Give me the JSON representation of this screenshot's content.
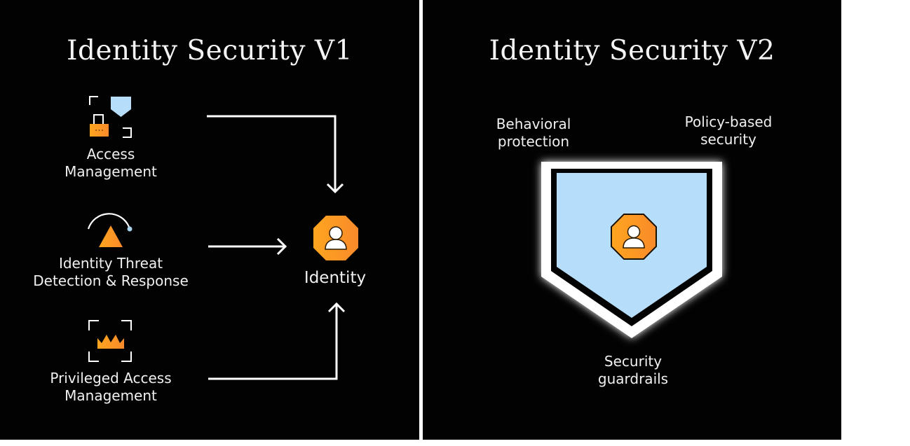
{
  "colors": {
    "background": "#020202",
    "divider": "#ffffff",
    "text": "#f0f0f0",
    "orange_start": "#ffa51f",
    "orange_end": "#f98a2a",
    "light_blue": "#b6defa",
    "light_blue_dot": "#a8d4f0"
  },
  "v1": {
    "title": "Identity Security V1",
    "sources": [
      {
        "line1": "Access",
        "line2": "Management",
        "icon": "access-management-icon"
      },
      {
        "line1": "Identity Threat",
        "line2": "Detection & Response",
        "icon": "threat-detection-icon"
      },
      {
        "line1": "Privileged Access",
        "line2": "Management",
        "icon": "privileged-access-icon"
      }
    ],
    "target": {
      "label": "Identity",
      "icon": "identity-octagon-icon"
    }
  },
  "v2": {
    "title": "Identity Security V2",
    "labels": {
      "top_left_line1": "Behavioral",
      "top_left_line2": "protection",
      "top_right_line1": "Policy-based",
      "top_right_line2": "security",
      "bottom_line1": "Security",
      "bottom_line2": "guardrails"
    },
    "shield_icon": "shield-icon",
    "center_icon": "identity-octagon-icon"
  }
}
